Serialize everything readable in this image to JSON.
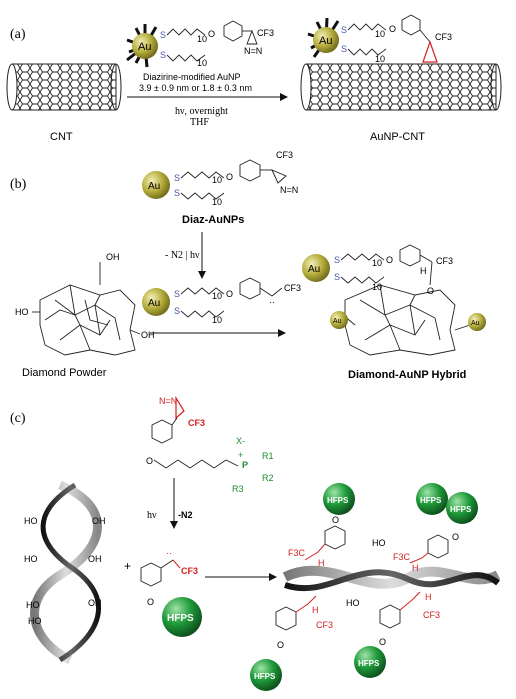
{
  "panel_a": {
    "label": "(a)",
    "cnt_caption": "CNT",
    "au": "Au",
    "s": "S",
    "ten": "10",
    "cf3": "CF3",
    "reagent_name": "Diazirine-modified AuNP",
    "reagent_sizes": "3.9 ± 0.9 nm or 1.8 ± 0.3 nm",
    "condition_1": "hν, overnight",
    "condition_2": "THF",
    "product_caption": "AuNP-CNT"
  },
  "panel_b": {
    "label": "(b)",
    "au": "Au",
    "s": "S",
    "ten": "10",
    "cf3": "CF3",
    "diaz_caption": "Diaz-AuNPs",
    "step_label": "- N2 | hν",
    "oh": "OH",
    "ho": "HO",
    "h": "H",
    "o": "O",
    "diamond_caption": "Diamond Powder",
    "hybrid_caption": "Diamond-AuNP Hybrid"
  },
  "panel_c": {
    "label": "(c)",
    "cf3": "CF3",
    "x_anion": "X-",
    "p_plus": "+",
    "phosphorus": "P",
    "r1": "R1",
    "r2": "R2",
    "r3": "R3",
    "o": "O",
    "hv": "hν",
    "minus_n2": "-N2",
    "ho": "HO",
    "oh": "OH",
    "plus": "+",
    "hfps": "HFPS",
    "h": "H",
    "f3c": "F3C"
  },
  "colors": {
    "gold": "#b5ad3c",
    "green": "#1f9a3a",
    "red": "#d42020",
    "sulfur": "#4a55a8",
    "phosphonium": "#1e8c2e"
  }
}
